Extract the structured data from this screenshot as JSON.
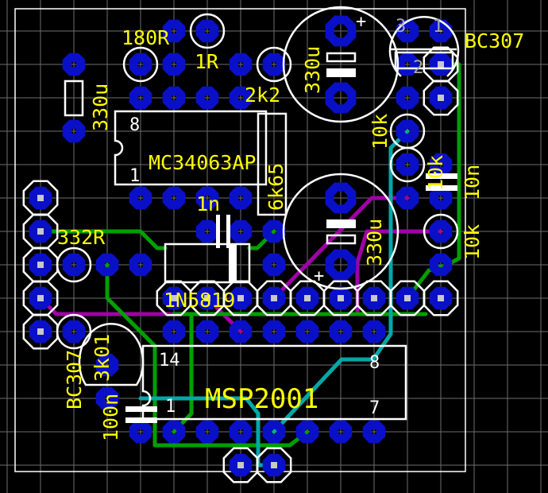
{
  "colors": {
    "background": "#000000",
    "grid": "#6e6e6e",
    "pad": "#0a10c8",
    "silkscreen": "#ffffff",
    "label": "#ffff00",
    "trace_top": "#00a000",
    "trace_cyan": "#00a8a8",
    "trace_magenta": "#a000a8"
  },
  "components": {
    "r_180R": "180R",
    "r_1R": "1R",
    "r_2k2": "2k2",
    "r_330u_left": "330u",
    "ic_mc": "MC34063AP",
    "ic_mc_pin8": "8",
    "ic_mc_pin1": "1",
    "cap_330u_top": "330u",
    "cap_330u_bottom": "330u",
    "q_bc307_top": "BC307",
    "q_top_pin3": "3",
    "q_top_pin1": "1",
    "q_top_pin2": "2",
    "r_10k_a": "10k",
    "r_10k_b": "10k",
    "r_10k_c": "10k",
    "c_10n": "10n",
    "r_6k65": "6k65",
    "c_1n": "1n",
    "r_332R": "332R",
    "d_1N5819": "1N5819",
    "ic_msp": "MSP2001",
    "ic_msp_pin14": "14",
    "ic_msp_pin8": "8",
    "ic_msp_pin1": "1",
    "ic_msp_pin7": "7",
    "q_bc307_bottom": "BC307",
    "r_3k01": "3k01",
    "c_100n": "100n",
    "plus": "+"
  }
}
